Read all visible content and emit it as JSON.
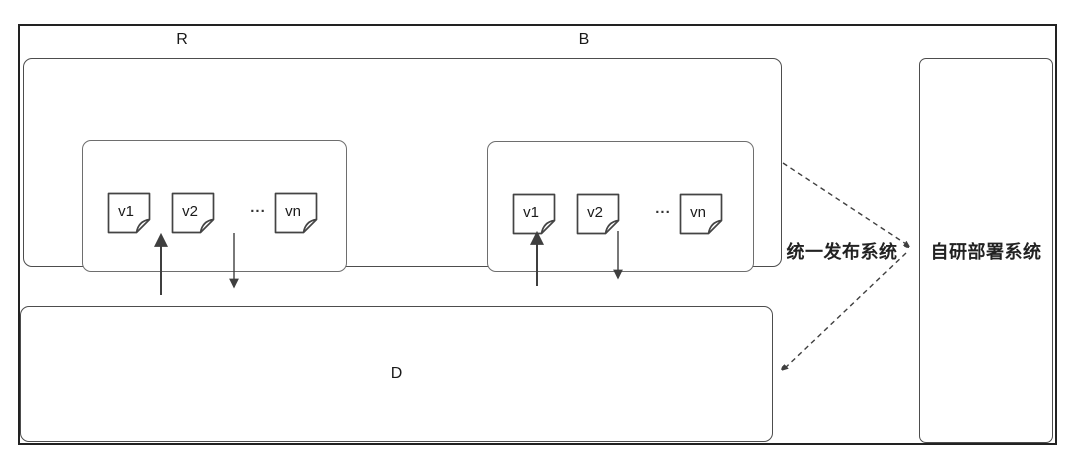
{
  "diagram": {
    "region_r": {
      "label": "R",
      "docs": [
        "v1",
        "v2",
        "vn"
      ],
      "ellipsis": "..."
    },
    "region_b": {
      "label": "B",
      "docs": [
        "v1",
        "v2",
        "vn"
      ],
      "ellipsis": "..."
    },
    "d_box": {
      "label": "D"
    },
    "release_system_label": "统一发布系统",
    "deploy_system_label": "自研部署系统",
    "colors": {
      "frame_stroke": "#222222",
      "box_stroke": "#4d4d4d",
      "inner_box_stroke": "#6e6e6e",
      "arrow": "#3f3f3f",
      "text": "#1a1a1a",
      "background": "#ffffff"
    }
  }
}
